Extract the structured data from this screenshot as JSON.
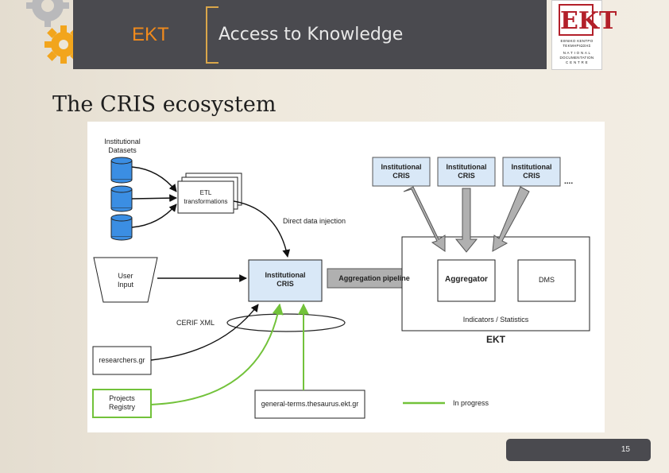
{
  "header": {
    "brand": "EKT",
    "tagline": "Access to Knowledge"
  },
  "logo": {
    "mark": "EKT",
    "lines": [
      "ΕΘΝΙΚΟ ΚΕΝΤΡΟ",
      "ΤΕΚΜΗΡΙΩΣΗΣ",
      "N A T I O N A L",
      "DOCUMENTATION",
      "C E N T R E"
    ]
  },
  "slide": {
    "title": "The CRIS ecosystem",
    "page_number": "15"
  },
  "diagram": {
    "labels": {
      "institutional_datasets": "Institutional\nDatasets",
      "etl": "ETL\ntransformations",
      "direct_injection": "Direct data injection",
      "user_input": "User\nInput",
      "institutional_cris_main": "Institutional\nCRIS",
      "cerif_xml": "CERIF XML",
      "researchers": "researchers.gr",
      "projects_registry": "Projects\nRegistry",
      "thesaurus": "general-terms.thesaurus.ekt.gr",
      "in_progress": "In progress",
      "aggregation_pipeline": "Aggregation pipeline",
      "aggregator": "Aggregator",
      "dms": "DMS",
      "indicators": "Indicators / Statistics",
      "ekt": "EKT",
      "ellipsis": "....",
      "inst_cris_1": "Institutional\nCRIS",
      "inst_cris_2": "Institutional\nCRIS",
      "inst_cris_3": "Institutional\nCRIS"
    },
    "colors": {
      "cris_fill": "#d9e8f7",
      "cylinder_fill": "#3b8ee3",
      "in_progress_green": "#72c23a",
      "pipeline_arrow": "#b0b0b0"
    }
  }
}
